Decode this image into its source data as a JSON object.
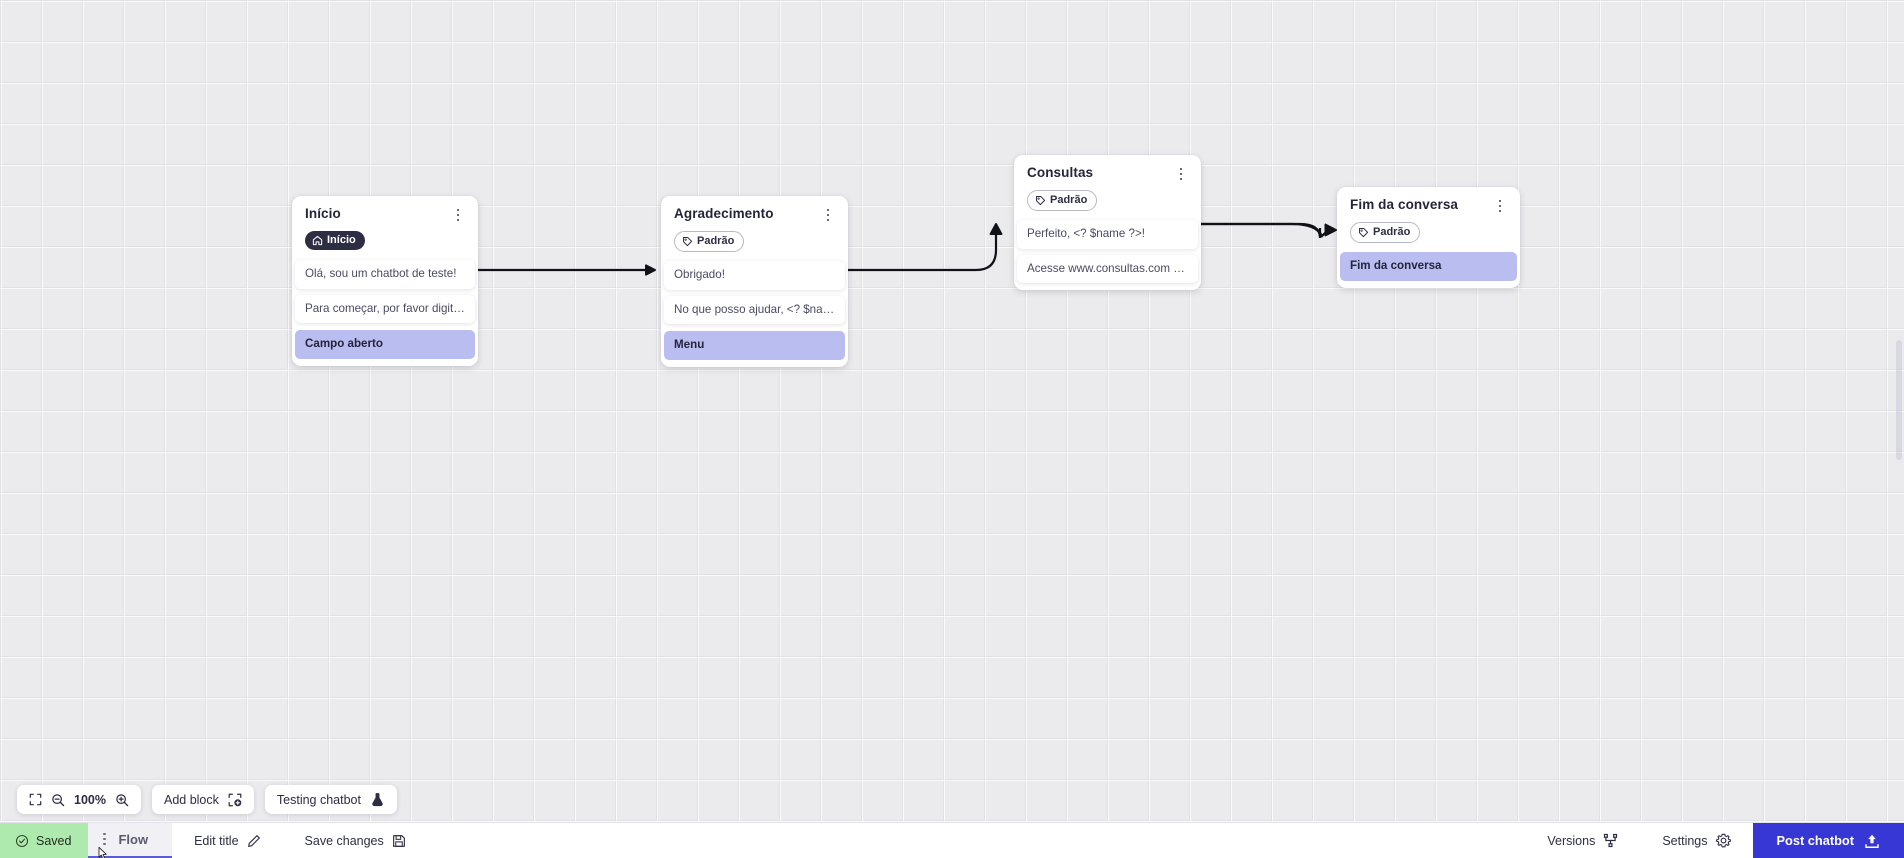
{
  "canvas": {
    "zoom_level": "100%",
    "nodes": [
      {
        "id": "inicio",
        "title": "Início",
        "badge": {
          "label": "Início",
          "icon": "home-icon",
          "style": "dark"
        },
        "messages": [
          {
            "text": "Olá, sou um chatbot de teste!",
            "type": "message"
          },
          {
            "text": "Para começar, por favor digite o ...",
            "type": "message"
          },
          {
            "text": "Campo aberto",
            "type": "action"
          }
        ]
      },
      {
        "id": "agradecimento",
        "title": "Agradecimento",
        "badge": {
          "label": "Padrão",
          "icon": "tag-icon",
          "style": "outline"
        },
        "messages": [
          {
            "text": "Obrigado!",
            "type": "message"
          },
          {
            "text": "No que posso ajudar, <? $name ...",
            "type": "message"
          },
          {
            "text": "Menu",
            "type": "action"
          }
        ]
      },
      {
        "id": "consultas",
        "title": "Consultas",
        "badge": {
          "label": "Padrão",
          "icon": "tag-icon",
          "style": "outline"
        },
        "messages": [
          {
            "text": "Perfeito, <? $name ?>!",
            "type": "message"
          },
          {
            "text": "Acesse www.consultas.com par...",
            "type": "message"
          }
        ]
      },
      {
        "id": "fim-da-conversa",
        "title": "Fim da conversa",
        "badge": {
          "label": "Padrão",
          "icon": "tag-icon",
          "style": "outline"
        },
        "messages": [
          {
            "text": "Fim da conversa",
            "type": "action"
          }
        ]
      }
    ]
  },
  "toolbar": {
    "fit_icon": "fit-screen-icon",
    "zoom_out_icon": "zoom-out-icon",
    "zoom_level": "100%",
    "zoom_in_icon": "zoom-in-icon",
    "add_block_label": "Add block",
    "add_block_icon": "add-block-icon",
    "testing_label": "Testing chatbot",
    "testing_icon": "flask-icon"
  },
  "bottom_bar": {
    "saved_label": "Saved",
    "saved_icon": "check-circle-icon",
    "flow_tab_label": "Flow",
    "edit_title_label": "Edit title",
    "edit_title_icon": "pencil-icon",
    "save_changes_label": "Save changes",
    "save_changes_icon": "floppy-disk-icon",
    "versions_label": "Versions",
    "versions_icon": "branch-icon",
    "settings_label": "Settings",
    "settings_icon": "gear-icon",
    "post_label": "Post chatbot",
    "post_icon": "upload-icon"
  },
  "colors": {
    "canvas_bg": "#ebebee",
    "accent": "#3637d4",
    "action_chip": "#b9bdf0",
    "saved_green": "#aeeaae",
    "badge_dark": "#2d2d44",
    "tab_underline": "#5b5bd6"
  }
}
